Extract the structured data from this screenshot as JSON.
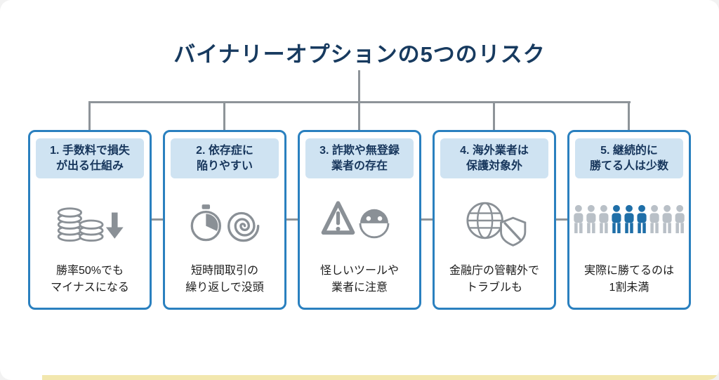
{
  "page": {
    "title": "バイナリーオプションの5つのリスク"
  },
  "colors": {
    "title_text": "#173a5f",
    "card_border": "#2a80bf",
    "card_header_bg": "#cfe3f2",
    "connector_line": "#8e9499",
    "icon_gray": "#8a9096",
    "person_highlight": "#1f6fa8",
    "person_muted": "#b9c0c7",
    "bottom_accent": "#f2e7ae",
    "description_text": "#1c1c1c"
  },
  "cards": [
    {
      "header": "1. 手数料で損失\nが出る仕組み",
      "icon": "coins-decrease-icon",
      "description": "勝率50%でも\nマイナスになる"
    },
    {
      "header": "2. 依存症に\n陥りやすい",
      "icon": "stopwatch-spiral-icon",
      "description": "短時間取引の\n繰り返しで没頭"
    },
    {
      "header": "3. 詐欺や無登録\n業者の存在",
      "icon": "warning-scammer-icon",
      "description": "怪しいツールや\n業者に注意"
    },
    {
      "header": "4. 海外業者は\n保護対象外",
      "icon": "globe-unprotected-icon",
      "description": "金融庁の管轄外で\nトラブルも"
    },
    {
      "header": "5. 継続的に\n勝てる人は少数",
      "icon": "few-winners-icon",
      "description": "実際に勝てるのは\n1割未満"
    }
  ]
}
